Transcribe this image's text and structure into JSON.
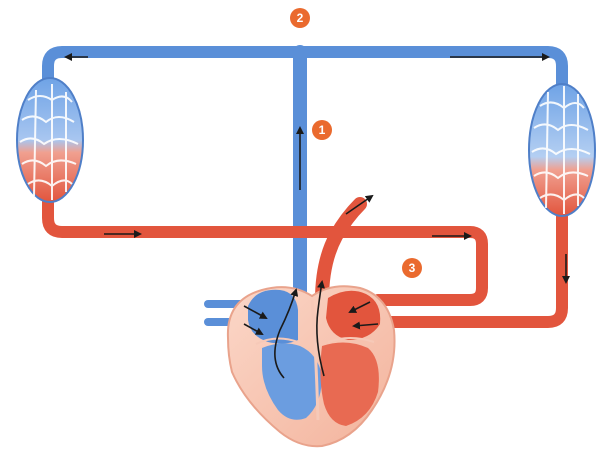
{
  "badges": [
    {
      "id": "label-1",
      "text": "1"
    },
    {
      "id": "label-2",
      "text": "2"
    },
    {
      "id": "label-3",
      "text": "3"
    }
  ],
  "colors": {
    "oxygenated_blood": "#e2553d",
    "deoxygenated_blood": "#5a8fd8",
    "badge": "#ea6a2e",
    "heart_outline": "#f6c1ad",
    "arrow": "#1a1a1a"
  },
  "icons": [
    "heart-icon",
    "capillary-bed-icon",
    "arrow-icon"
  ]
}
